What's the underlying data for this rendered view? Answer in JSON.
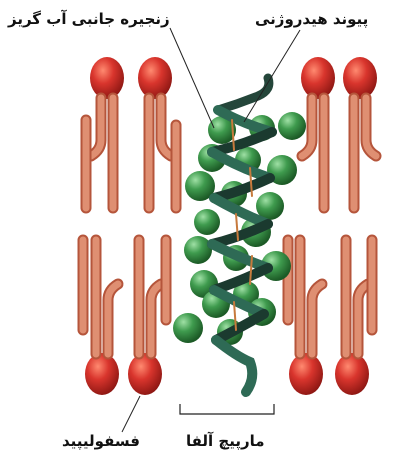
{
  "labels": {
    "side_chain": "زنجیره جانبی آب گریز",
    "hydrogen_bond": "پیوند هیدروژنی",
    "phospholipid": "فسفولیپید",
    "alpha_helix": "مارپیچ آلفا"
  },
  "colors": {
    "lipid_fill": "#df8f72",
    "lipid_stroke": "#b5553b",
    "head_red": "#d9352d",
    "sidechain_green": "#3f9b4e",
    "helix_ribbon": "#24463a"
  }
}
